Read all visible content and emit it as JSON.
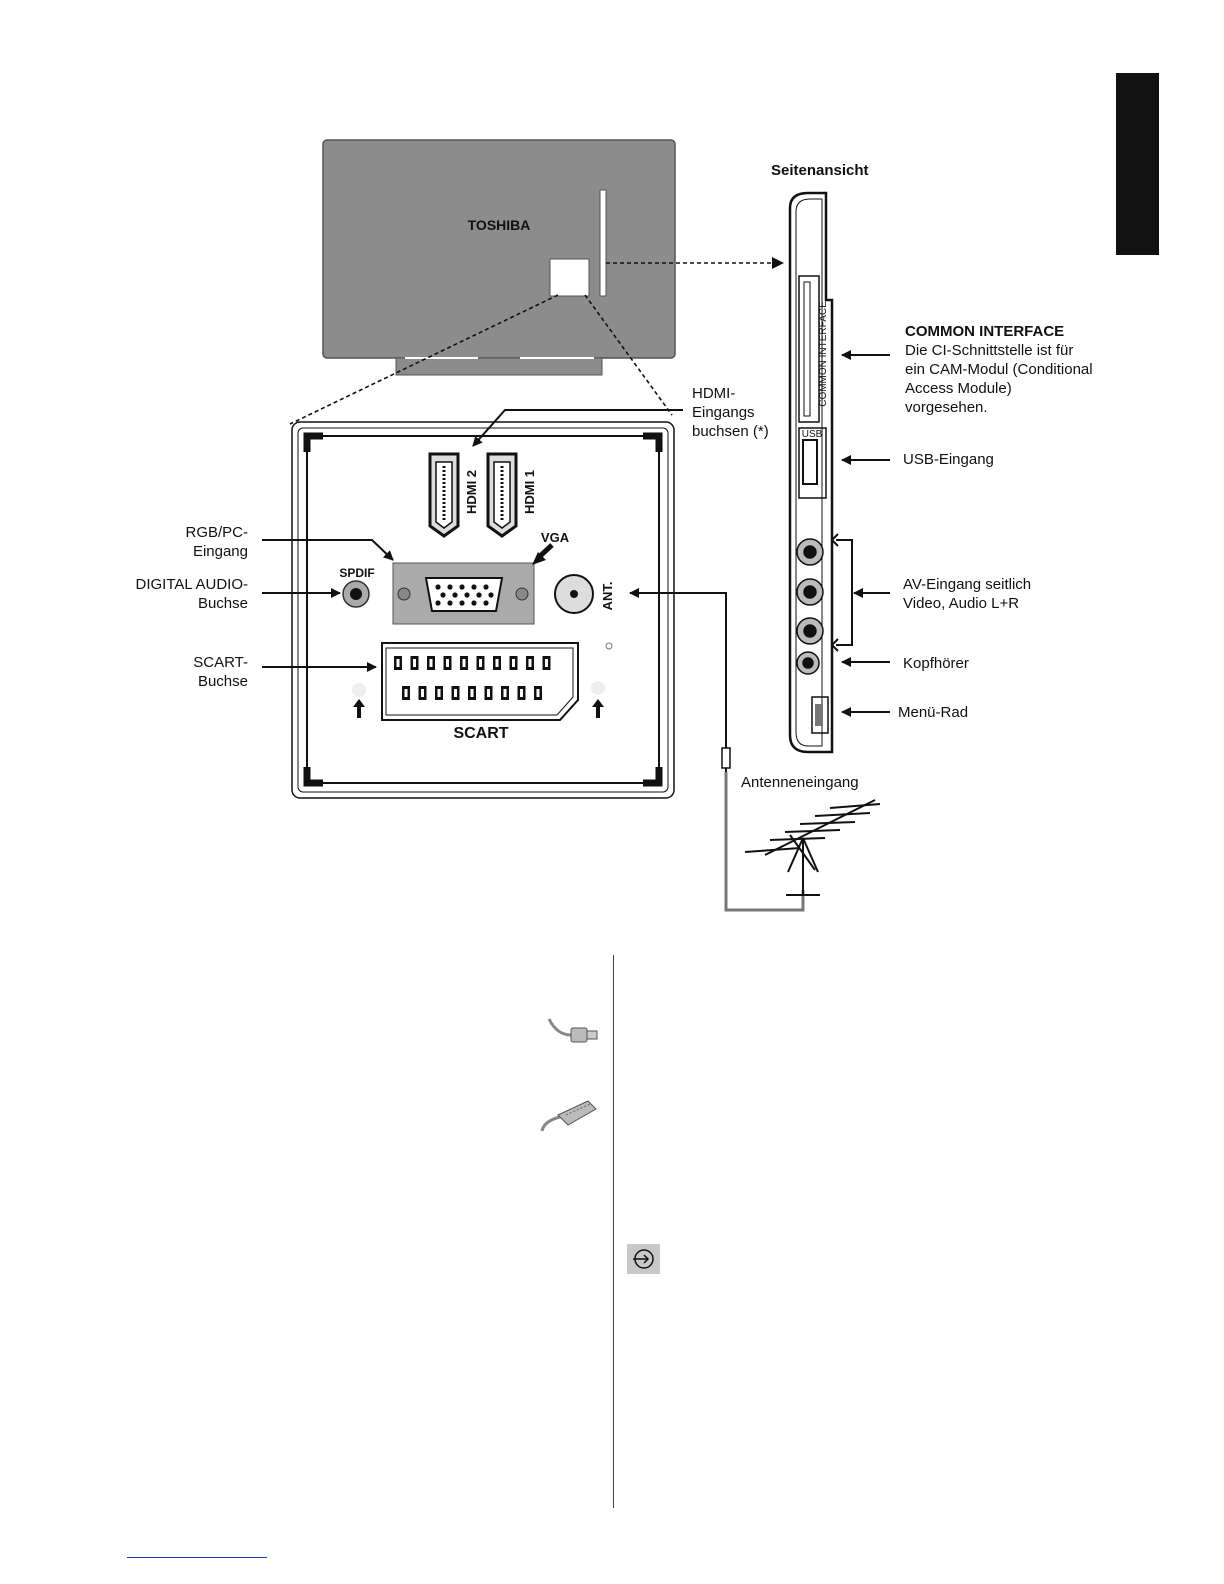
{
  "brand": "TOSHIBA",
  "side_view_title": "Seitenansicht",
  "left_labels": {
    "rgb_pc": [
      "RGB/PC-",
      "Eingang"
    ],
    "digital_audio": [
      "DIGITAL AUDIO-",
      "Buchse"
    ],
    "scart_socket": [
      "SCART-",
      "Buchse"
    ]
  },
  "hdmi_label": [
    "HDMI-",
    "Eingangs",
    "buchsen (*)"
  ],
  "panel_marks": {
    "hdmi2": "HDMI 2",
    "hdmi1": "HDMI 1",
    "vga": "VGA",
    "spdif": "SPDIF",
    "ant": "ANT.",
    "scart": "SCART"
  },
  "side_panel_marks": {
    "common_interface": "COMMON INTERFACE",
    "usb": "USB"
  },
  "right_labels": {
    "ci_title": "COMMON INTERFACE",
    "ci_text": [
      "Die CI-Schnittstelle ist für",
      "ein CAM-Modul (Conditional",
      "Access Module) vorgesehen."
    ],
    "usb": "USB-Eingang",
    "av": [
      "AV-Eingang seitlich",
      "Video, Audio L+R"
    ],
    "headphones": "Kopfhörer",
    "menu_wheel": "Menü-Rad",
    "antenna": "Antenneneingang"
  },
  "icons": {
    "antenna_cable": "antenna-cable-icon",
    "scart_cable": "scart-cable-icon",
    "input_source": "input-source-icon"
  }
}
